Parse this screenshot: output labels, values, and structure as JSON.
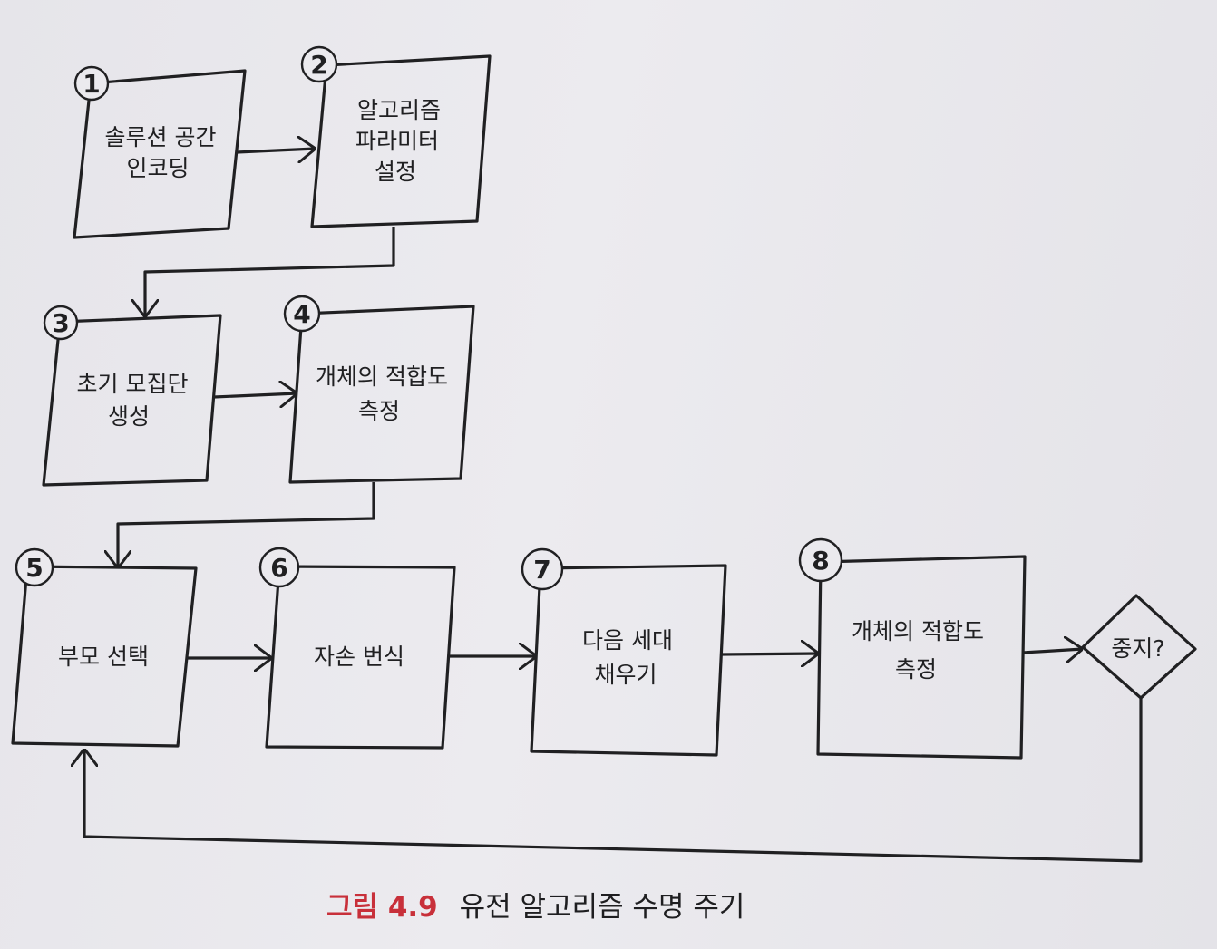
{
  "steps": [
    {
      "num": "1",
      "lines": [
        "솔루션 공간",
        "인코딩"
      ]
    },
    {
      "num": "2",
      "lines": [
        "알고리즘",
        "파라미터",
        "설정"
      ]
    },
    {
      "num": "3",
      "lines": [
        "초기 모집단",
        "생성"
      ]
    },
    {
      "num": "4",
      "lines": [
        "개체의 적합도",
        "측정"
      ]
    },
    {
      "num": "5",
      "lines": [
        "부모 선택"
      ]
    },
    {
      "num": "6",
      "lines": [
        "자손 번식"
      ]
    },
    {
      "num": "7",
      "lines": [
        "다음 세대",
        "채우기"
      ]
    },
    {
      "num": "8",
      "lines": [
        "개체의 적합도",
        "측정"
      ]
    }
  ],
  "decision": {
    "label": "중지?"
  },
  "caption": {
    "number": "그림 4.9",
    "text": "유전 알고리즘 수명 주기"
  },
  "colors": {
    "ink": "#202022",
    "caption_number": "#c8303a",
    "background": "#e9e8ec"
  }
}
